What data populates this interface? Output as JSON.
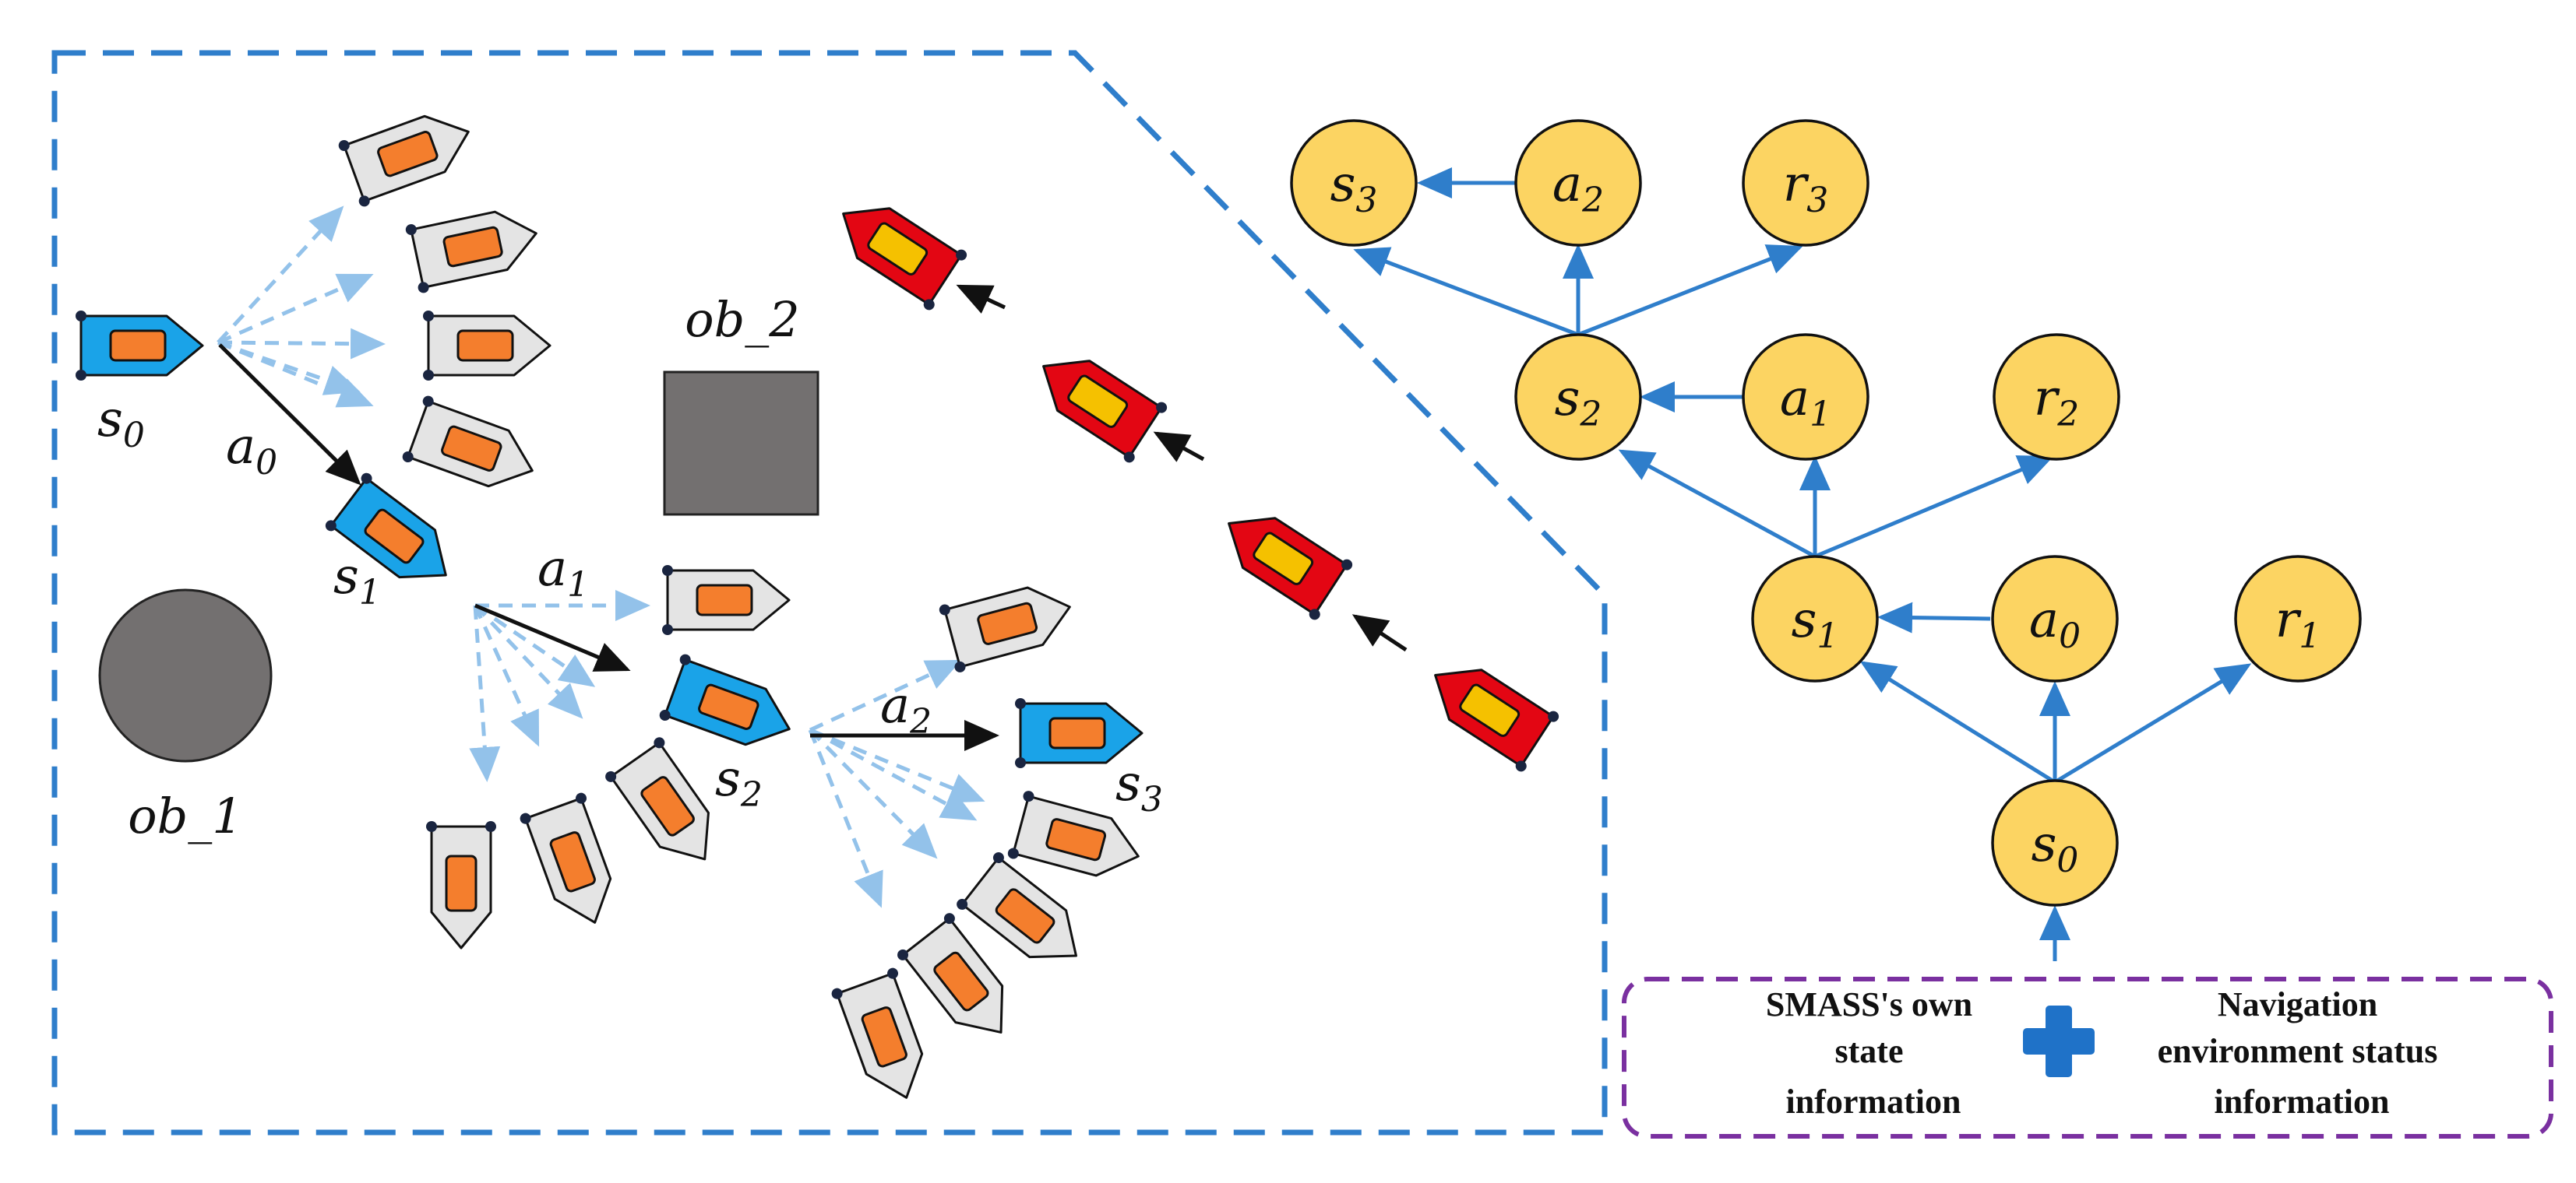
{
  "colors": {
    "region_border": "#2f7ecb",
    "dashed_arrow": "#93c2ea",
    "solid_arrow": "#111111",
    "tree_edge": "#2f7ecb",
    "node_fill": "#fcd462",
    "ship_own": "#1aa3e8",
    "ship_candidate": "#e4e4e4",
    "ship_obstacle": "#e30613",
    "cabin_own": "#f47e2d",
    "cabin_obstacle": "#f5c100",
    "obstacle_fill": "#737070",
    "info_border": "#7a30a0",
    "plus": "#1f72c8"
  },
  "icons": {
    "own_ship": "own-ship-icon",
    "candidate_ship": "candidate-ship-icon",
    "obstacle_ship": "obstacle-ship-icon",
    "plus": "plus-icon"
  },
  "scene": {
    "states": [
      {
        "base": "s",
        "sub": "0"
      },
      {
        "base": "s",
        "sub": "1"
      },
      {
        "base": "s",
        "sub": "2"
      },
      {
        "base": "s",
        "sub": "3"
      }
    ],
    "actions": [
      {
        "base": "a",
        "sub": "0"
      },
      {
        "base": "a",
        "sub": "1"
      },
      {
        "base": "a",
        "sub": "2"
      }
    ],
    "obstacles": [
      "ob_1",
      "ob_2"
    ]
  },
  "tree": {
    "nodes": {
      "s0": {
        "base": "s",
        "sub": "0"
      },
      "s1": {
        "base": "s",
        "sub": "1"
      },
      "a0": {
        "base": "a",
        "sub": "0"
      },
      "r1": {
        "base": "r",
        "sub": "1"
      },
      "s2": {
        "base": "s",
        "sub": "2"
      },
      "a1": {
        "base": "a",
        "sub": "1"
      },
      "r2": {
        "base": "r",
        "sub": "2"
      },
      "s3": {
        "base": "s",
        "sub": "3"
      },
      "a2": {
        "base": "a",
        "sub": "2"
      },
      "r3": {
        "base": "r",
        "sub": "3"
      }
    }
  },
  "info_box": {
    "left_lines": [
      "SMASS's own",
      "state",
      "information"
    ],
    "right_lines": [
      "Navigation",
      "environment status",
      "information"
    ]
  }
}
